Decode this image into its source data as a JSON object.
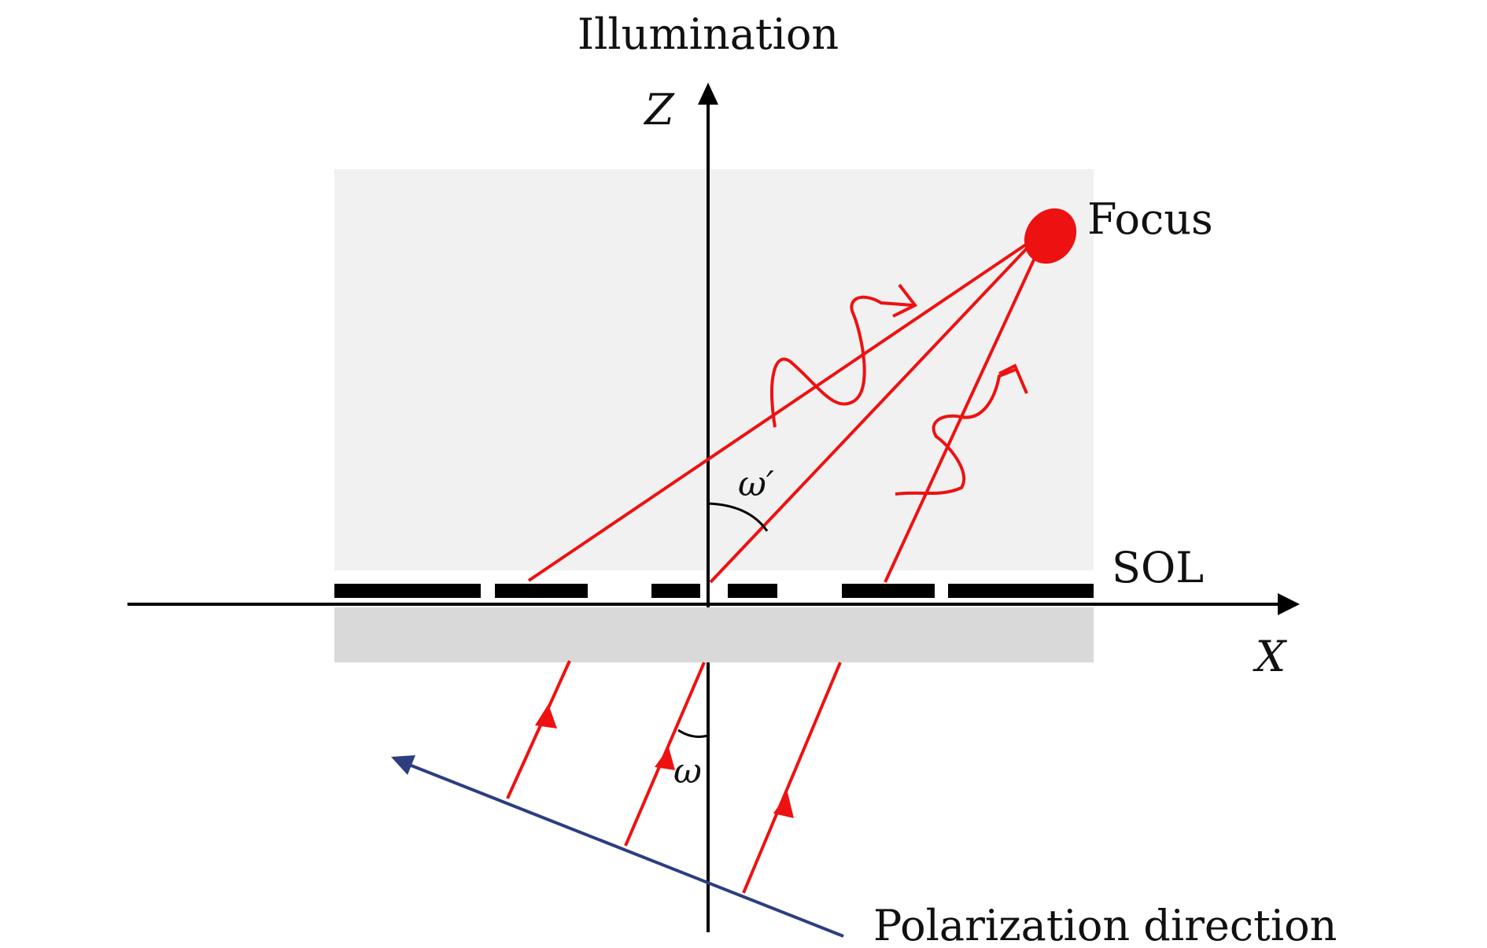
{
  "labels": {
    "illumination": "Illumination",
    "z_axis": "Z",
    "x_axis": "X",
    "focus": "Focus",
    "sol": "SOL",
    "omega_prime": "ω′",
    "omega": "ω",
    "polarization": "Polarization direction"
  },
  "colors": {
    "ray": "#ee1111",
    "axis": "#000000",
    "polarization": "#2c3e7f",
    "upper_region": "#f1f1f1",
    "substrate": "#d9d9d9",
    "grating": "#000000"
  }
}
